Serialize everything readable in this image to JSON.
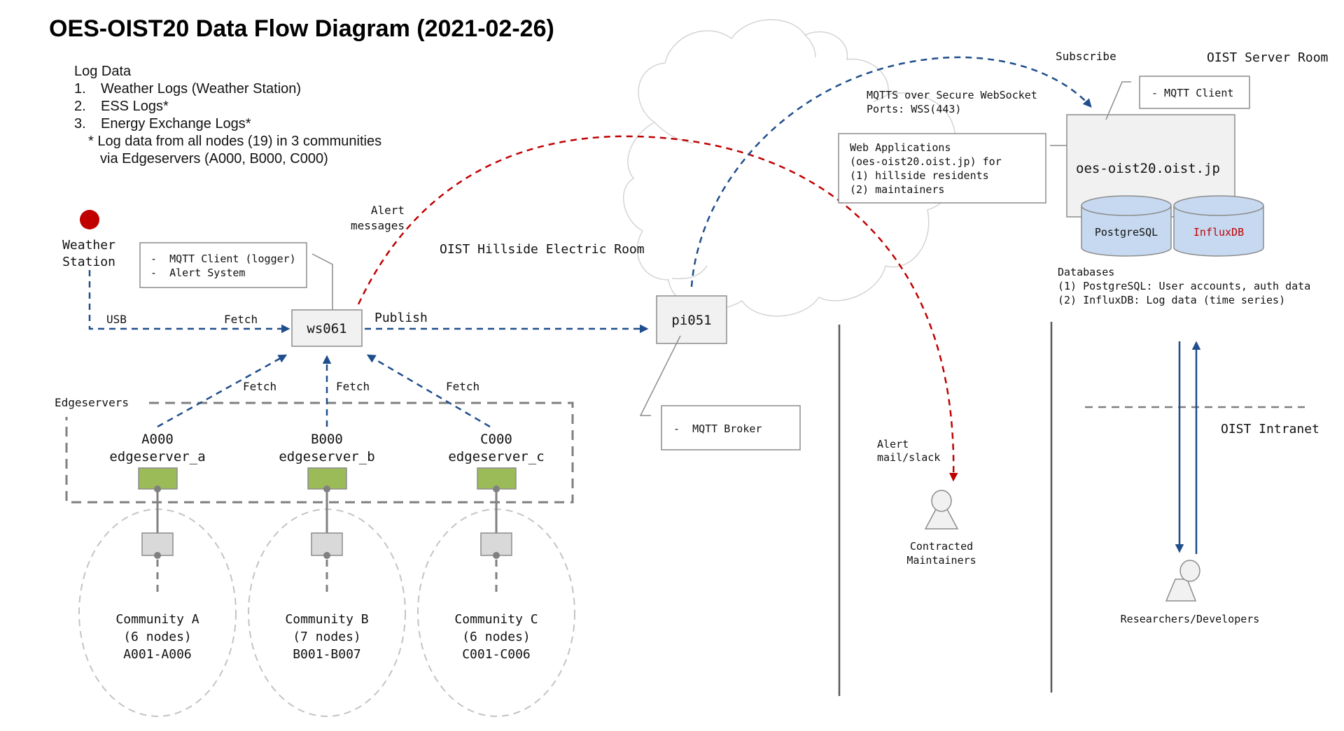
{
  "title": "OES-OIST20 Data Flow Diagram (2021-02-26)",
  "log_data": {
    "heading": "Log Data",
    "items": [
      {
        "num": "1.",
        "label": "Weather Logs (Weather Station)"
      },
      {
        "num": "2.",
        "label": "ESS Logs*"
      },
      {
        "num": "3.",
        "label": "Energy Exchange Logs*"
      }
    ],
    "footnote_line1": "* Log data from all nodes (19) in 3 communities",
    "footnote_line2": "via Edgeservers (A000, B000, C000)"
  },
  "colors": {
    "blue_flow": "#1f4e8c",
    "red_alert": "#c00000",
    "edgeserver_green": "#9bbb59",
    "database_blue": "#c6d9f0",
    "weather_station_red": "#c00000"
  },
  "weather_station": {
    "line1": "Weather",
    "line2": "Station"
  },
  "ws061": {
    "label": "ws061",
    "notes": [
      "-  MQTT Client (logger)",
      "-  Alert System"
    ]
  },
  "pi051": {
    "label": "pi051",
    "notes": [
      "-  MQTT Broker"
    ]
  },
  "edges": {
    "usb": "USB",
    "fetch_ws": "Fetch",
    "publish": "Publish",
    "fetch_a": "Fetch",
    "fetch_b": "Fetch",
    "fetch_c": "Fetch",
    "alert_messages_1": "Alert",
    "alert_messages_2": "messages",
    "subscribe": "Subscribe",
    "alert_mail_1": "Alert",
    "alert_mail_2": "mail/slack"
  },
  "rooms": {
    "hillside": "OIST Hillside Electric Room",
    "server_room": "OIST Server Room",
    "intranet": "OIST Intranet"
  },
  "edgeservers": {
    "group_label": "Edgeservers",
    "items": [
      {
        "id": "A000",
        "name": "edgeserver_a"
      },
      {
        "id": "B000",
        "name": "edgeserver_b"
      },
      {
        "id": "C000",
        "name": "edgeserver_c"
      }
    ]
  },
  "communities": [
    {
      "name": "Community A",
      "nodes": "(6 nodes)",
      "range": "A001-A006"
    },
    {
      "name": "Community B",
      "nodes": "(7 nodes)",
      "range": "B001-B007"
    },
    {
      "name": "Community C",
      "nodes": "(6 nodes)",
      "range": "C001-C006"
    }
  ],
  "internet": {
    "protocol_line1": "MQTTS over Secure WebSocket",
    "protocol_line2": "Ports: WSS(443)"
  },
  "web_apps": {
    "lines": [
      "Web Applications",
      "(oes-oist20.oist.jp) for",
      "(1) hillside residents",
      "(2) maintainers"
    ]
  },
  "server": {
    "hostname": "oes-oist20.oist.jp",
    "notes": "- MQTT Client",
    "databases": [
      {
        "name": "PostgreSQL"
      },
      {
        "name": "InfluxDB"
      }
    ],
    "db_caption": [
      "Databases",
      "(1) PostgreSQL: User accounts, auth data",
      "(2) InfluxDB: Log data (time series)"
    ]
  },
  "actors": {
    "maintainers_1": "Contracted",
    "maintainers_2": "Maintainers",
    "researchers": "Researchers/Developers"
  }
}
